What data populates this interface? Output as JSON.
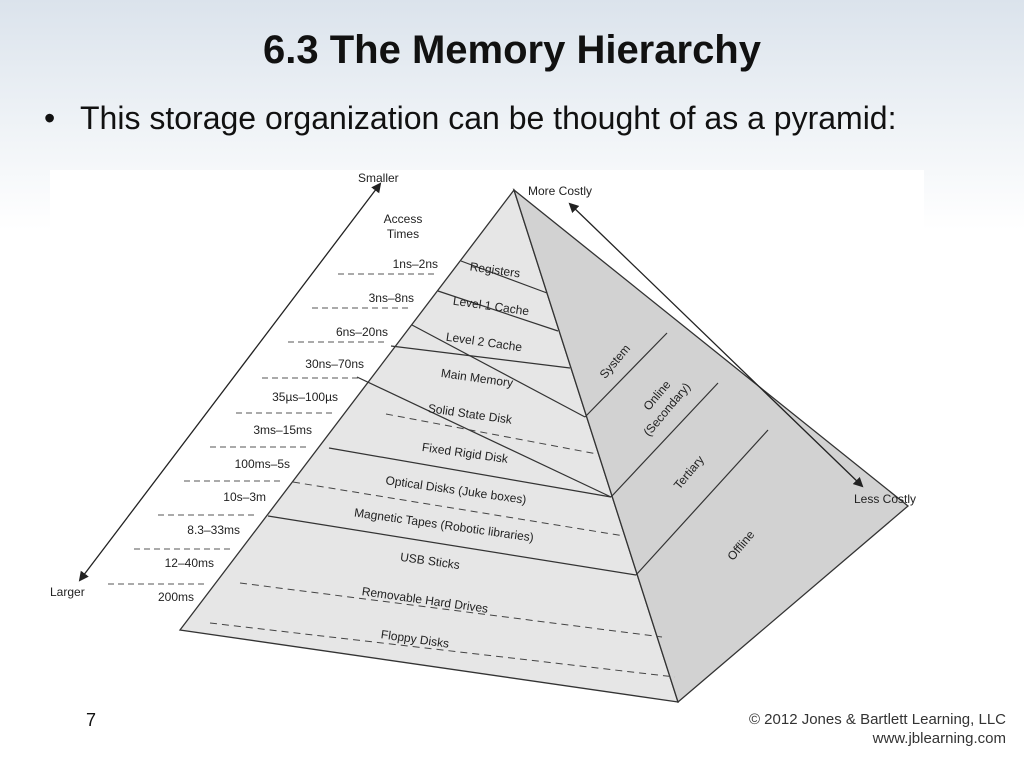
{
  "slide": {
    "title": "6.3 The Memory Hierarchy",
    "bullet": "This storage organization can be thought of as a pyramid:",
    "page_number": "7",
    "copyright_line1": "© 2012 Jones & Bartlett Learning, LLC",
    "copyright_line2": "www.jblearning.com"
  },
  "diagram": {
    "axis_left": {
      "top": "Smaller",
      "bottom": "Larger",
      "heading_line1": "Access",
      "heading_line2": "Times"
    },
    "axis_right": {
      "top": "More Costly",
      "bottom": "Less Costly"
    },
    "access_times": [
      "1ns–2ns",
      "3ns–8ns",
      "6ns–20ns",
      "30ns–70ns",
      "35µs–100µs",
      "3ms–15ms",
      "100ms–5s",
      "10s–3m",
      "8.3–33ms",
      "12–40ms",
      "200ms"
    ],
    "levels": [
      "Registers",
      "Level 1 Cache",
      "Level 2 Cache",
      "Main Memory",
      "Solid State Disk",
      "Fixed Rigid Disk",
      "Optical Disks (Juke boxes)",
      "Magnetic Tapes (Robotic libraries)",
      "USB Sticks",
      "Removable Hard Drives",
      "Floppy Disks"
    ],
    "categories": {
      "system": "System",
      "online_line1": "Online",
      "online_line2": "(Secondary)",
      "tertiary": "Tertiary",
      "offline": "Offline"
    }
  }
}
